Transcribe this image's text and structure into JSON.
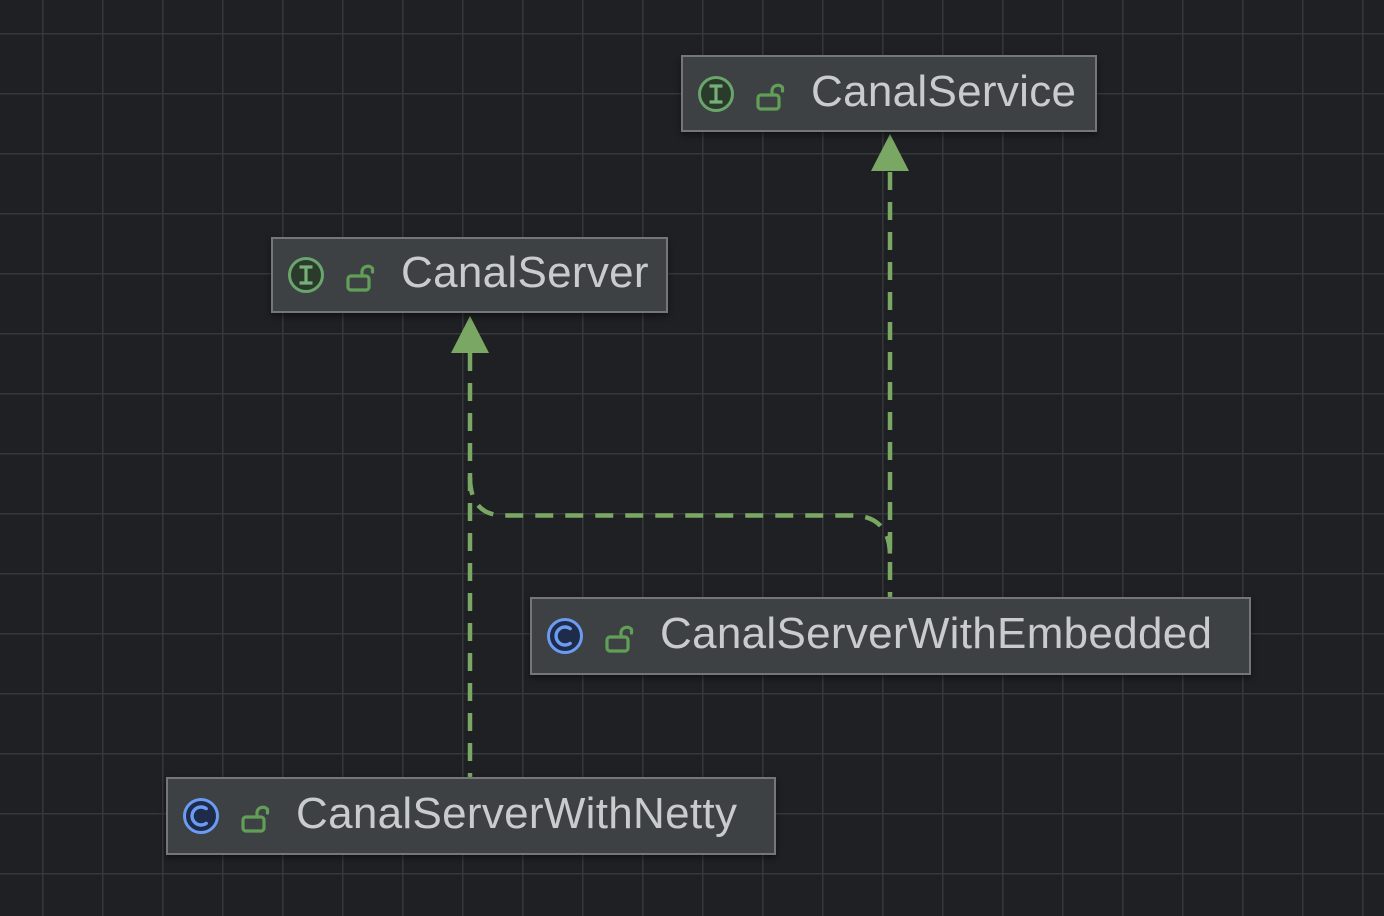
{
  "diagram": {
    "kind": "uml-class-diagram",
    "nodes": [
      {
        "id": "canal-service",
        "label": "CanalService",
        "element_type": "interface",
        "visibility": "public",
        "icons": [
          "interface-icon",
          "unlocked-icon"
        ]
      },
      {
        "id": "canal-server",
        "label": "CanalServer",
        "element_type": "interface",
        "visibility": "public",
        "icons": [
          "interface-icon",
          "unlocked-icon"
        ]
      },
      {
        "id": "canal-server-with-embedded",
        "label": "CanalServerWithEmbedded",
        "element_type": "class",
        "visibility": "public",
        "icons": [
          "class-icon",
          "unlocked-icon"
        ]
      },
      {
        "id": "canal-server-with-netty",
        "label": "CanalServerWithNetty",
        "element_type": "class",
        "visibility": "public",
        "icons": [
          "class-icon",
          "unlocked-icon"
        ]
      }
    ],
    "edges": [
      {
        "from": "canal-server-with-embedded",
        "to": "canal-service",
        "type": "implements",
        "line_style": "dashed",
        "arrowhead": "solid-triangle"
      },
      {
        "from": "canal-server-with-embedded",
        "to": "canal-server",
        "type": "implements",
        "line_style": "dashed",
        "arrowhead": "solid-triangle-shared"
      },
      {
        "from": "canal-server-with-netty",
        "to": "canal-server",
        "type": "implements",
        "line_style": "dashed",
        "arrowhead": "solid-triangle"
      }
    ],
    "colors": {
      "canvas_background": "#1E2023",
      "grid_line": "#35373A",
      "node_background": "#3E4143",
      "node_border": "#747678",
      "node_text": "#C9CBD0",
      "edge_green": "#7AA763",
      "interface_icon_green": "#6AA56E",
      "interface_icon_fill": "#2A3A2B",
      "class_icon_blue": "#6C9BF3",
      "class_icon_fill": "#1F2C49",
      "lock_green": "#619F58"
    }
  }
}
